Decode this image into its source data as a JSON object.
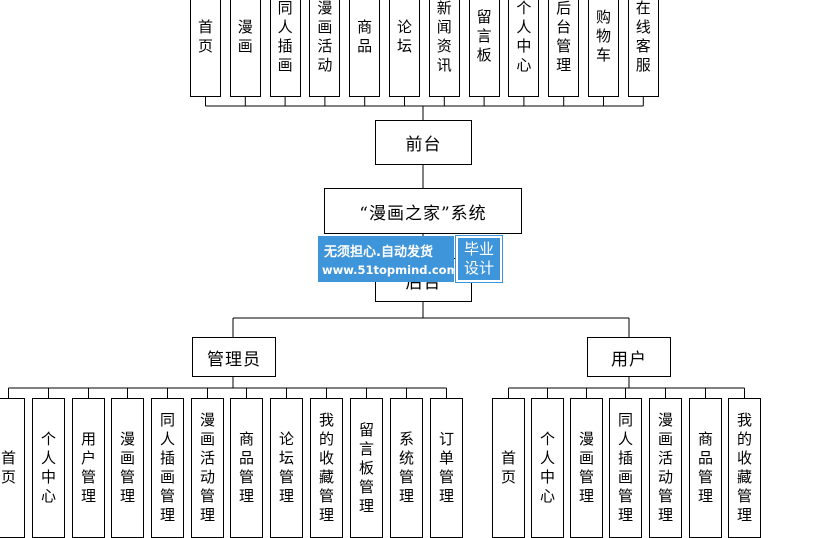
{
  "diagram": {
    "front_items": [
      "首页",
      "漫画",
      "同人插画",
      "漫画活动",
      "商品",
      "论坛",
      "新闻资讯",
      "留言板",
      "个人中心",
      "后台管理",
      "购物车",
      "在线客服"
    ],
    "front_label": "前台",
    "system_label": "“漫画之家”系统",
    "backend_label": "后台",
    "admin_label": "管理员",
    "user_label": "用户",
    "admin_items": [
      "首页",
      "个人中心",
      "用户管理",
      "漫画管理",
      "同人插画管理",
      "漫画活动管理",
      "商品管理",
      "论坛管理",
      "我的收藏管理",
      "留言板管理",
      "系统管理",
      "订单管理"
    ],
    "user_items": [
      "首页",
      "个人中心",
      "漫画管理",
      "同人插画管理",
      "漫画活动管理",
      "商品管理",
      "我的收藏管理"
    ]
  },
  "watermark": {
    "line1": "无须担心.自动发货",
    "line2": "www.51topmind.com",
    "badge": "毕业设计"
  }
}
